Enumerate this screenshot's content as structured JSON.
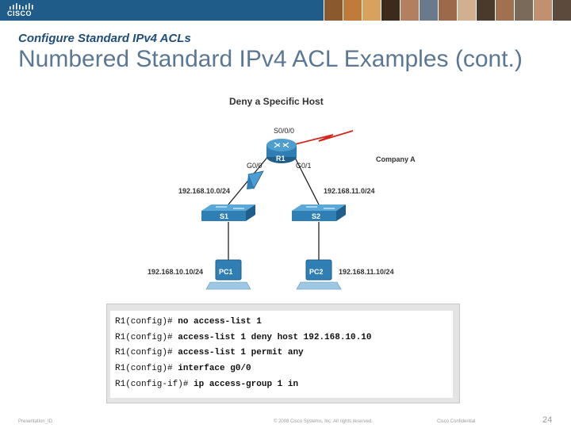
{
  "header": {
    "logo_text": "CISCO",
    "colors": {
      "bar": "#1f5c8a",
      "photos": [
        "#8a5a2e",
        "#c07a3a",
        "#d8a25e",
        "#3c2a1c",
        "#b28060",
        "#6a7a8c",
        "#9c6a4a",
        "#d0b090",
        "#4a3a2c",
        "#a07050",
        "#7a6a5a",
        "#c09070",
        "#5c4a3c"
      ]
    }
  },
  "slide": {
    "subtitle": "Configure Standard IPv4 ACLs",
    "title": "Numbered Standard IPv4 ACL Examples (cont.)"
  },
  "diagram": {
    "title": "Deny a Specific Host",
    "serial_label": "S0/0/0",
    "router": "R1",
    "company": "Company A",
    "left_if": "G0/0",
    "right_if": "G0/1",
    "left_net": "192.168.10.0/24",
    "right_net": "192.168.11.0/24",
    "switch1": "S1",
    "switch2": "S2",
    "pc1": "PC1",
    "pc2": "PC2",
    "pc1_ip": "192.168.10.10/24",
    "pc2_ip": "192.168.11.10/24",
    "colors": {
      "device": "#2f7fb4",
      "link": "#222222",
      "serial": "#d4261c"
    }
  },
  "config": {
    "lines": [
      {
        "prompt": "R1(config)# ",
        "cmd": "no access-list 1"
      },
      {
        "prompt": "R1(config)# ",
        "cmd": "access-list 1 deny host 192.168.10.10"
      },
      {
        "prompt": "R1(config)# ",
        "cmd": "access-list 1 permit any"
      },
      {
        "prompt": "R1(config)# ",
        "cmd": "interface g0/0"
      },
      {
        "prompt": "R1(config-if)# ",
        "cmd": "ip access-group 1 in"
      }
    ]
  },
  "footer": {
    "presentation": "Presentation_ID",
    "copyright": "© 2008 Cisco Systems, Inc. All rights reserved.",
    "confidential": "Cisco Confidential",
    "page": "24"
  }
}
